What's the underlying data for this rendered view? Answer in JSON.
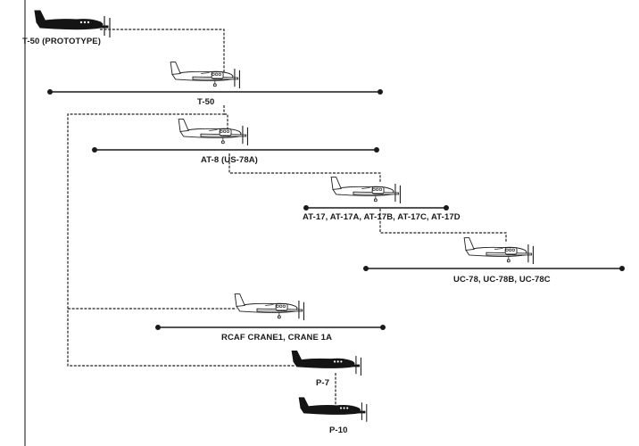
{
  "labels": {
    "t50_prototype": "T-50 (PROTOTYPE)",
    "t50": "T-50",
    "at8": "AT-8 (US-78A)",
    "at17": "AT-17, AT-17A, AT-17B, AT-17C, AT-17D",
    "uc78": "UC-78, UC-78B, UC-78C",
    "rcaf": "RCAF CRANE1, CRANE 1A",
    "p7": "P-7",
    "p10": "P-10"
  },
  "icons": {
    "light_plane": "light-aircraft-icon",
    "dark_plane": "dark-aircraft-icon"
  },
  "colors": {
    "line": "#1a1a1a",
    "dark_plane_fill": "#141414",
    "background": "#ffffff"
  }
}
